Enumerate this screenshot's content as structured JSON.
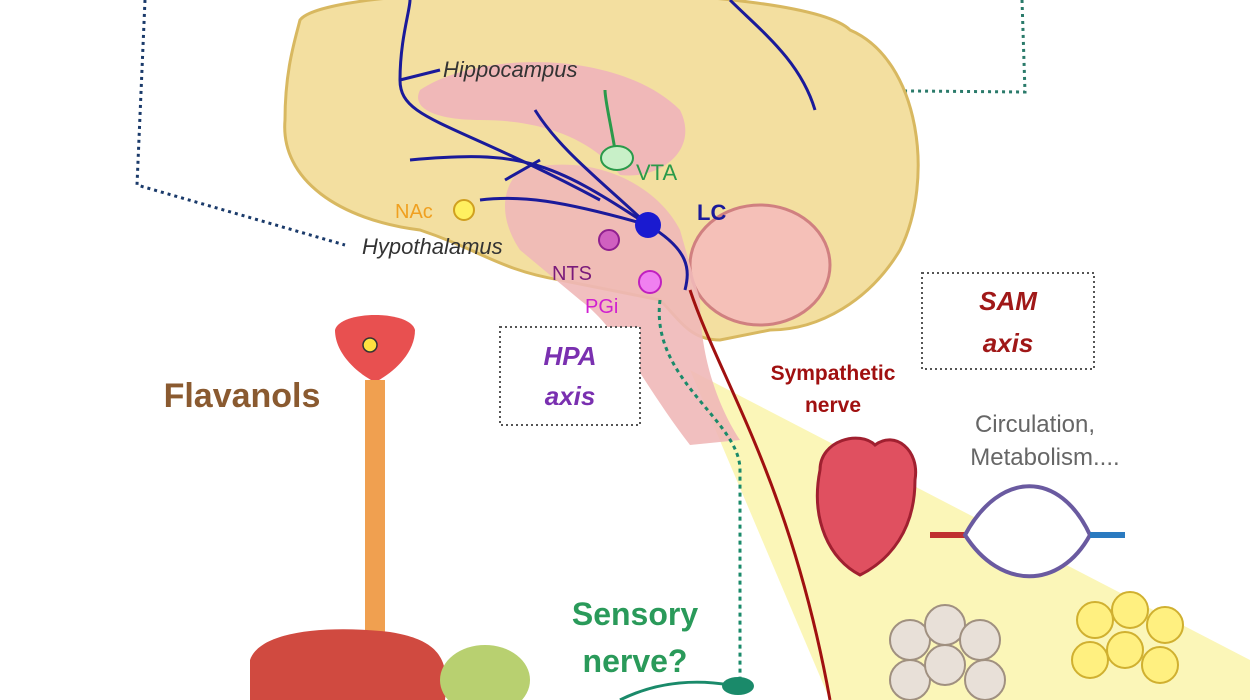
{
  "labels": {
    "hippocampus": "Hippocampus",
    "vta": "VTA",
    "nac": "NAc",
    "lc": "LC",
    "hypothalamus": "Hypothalamus",
    "nts": "NTS",
    "pgi": "PGi",
    "hpa_line1": "HPA",
    "hpa_line2": "axis",
    "sam_line1": "SAM",
    "sam_line2": "axis",
    "sympathetic_line1": "Sympathetic",
    "sympathetic_line2": "nerve",
    "circulation_line1": "Circulation,",
    "circulation_line2": "Metabolism....",
    "flavanols": "Flavanols",
    "sensory_line1": "Sensory",
    "sensory_line2": "nerve?"
  },
  "colors": {
    "brain": "#f3dfa0",
    "brain_outline": "#d8b860",
    "limbic": "#f0b8b8",
    "noradrenergic_path": "#1a1a9a",
    "dopamine_path": "#2a9a4a",
    "sympathetic": "#a01010",
    "sensory": "#1a8a6a",
    "flavanols_text": "#8a5a30",
    "hpa_text": "#7a30b0",
    "sam_text": "#a01818",
    "highlight": "#fbf6b8"
  }
}
